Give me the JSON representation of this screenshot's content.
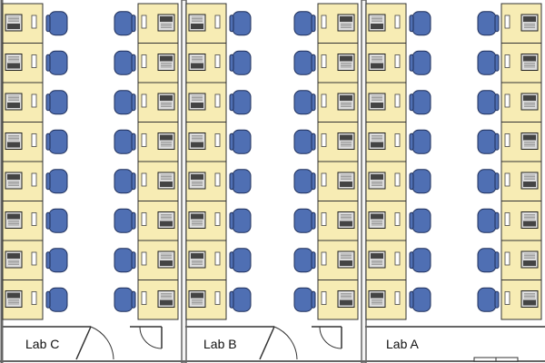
{
  "labs": [
    {
      "label": "Lab C"
    },
    {
      "label": "Lab B"
    },
    {
      "label": "Lab A"
    }
  ],
  "rows_per_column": 8,
  "colors": {
    "desk": "#f7ecb4",
    "chair": "#4f6fb3",
    "chair_outline": "#1f2f5a",
    "wall": "#666666",
    "monitor": "#dddddd"
  },
  "icons": [
    "computer-workstation-icon",
    "office-chair-icon",
    "door-icon"
  ]
}
